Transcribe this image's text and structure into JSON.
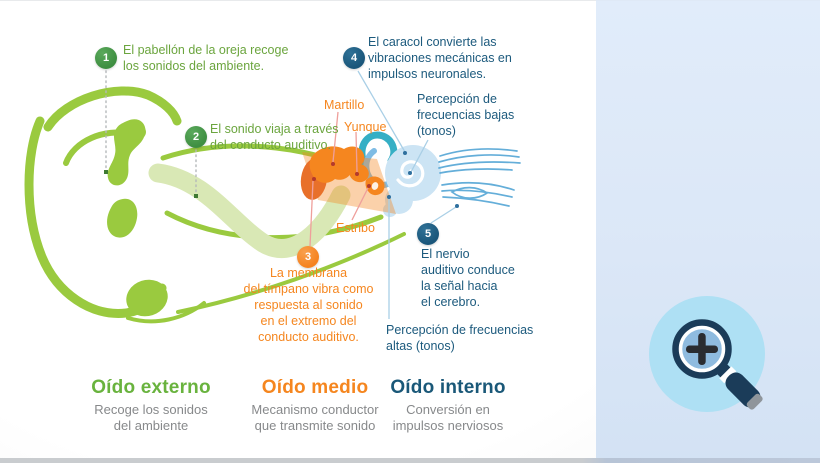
{
  "steps": [
    {
      "num": "1",
      "lines": [
        "El pabellón de la oreja recoge",
        "los sonidos del ambiente."
      ]
    },
    {
      "num": "2",
      "lines": [
        "El sonido viaja a través",
        "del conducto auditivo."
      ]
    },
    {
      "num": "3",
      "lines": [
        "La membrana",
        "del tímpano vibra como",
        "respuesta al sonido",
        "en el extremo del",
        "conducto auditivo."
      ]
    },
    {
      "num": "4",
      "lines": [
        "El caracol convierte las",
        "vibraciones mecánicas en",
        "impulsos neuronales."
      ]
    },
    {
      "num": "5",
      "lines": [
        "El nervio",
        "auditivo conduce",
        "la señal hacia",
        "el cerebro."
      ]
    }
  ],
  "bone_labels": {
    "martillo": "Martillo",
    "yunque": "Yunque",
    "estribo": "Estribo"
  },
  "perception": {
    "low": [
      "Percepción de",
      "frecuencias bajas",
      "(tonos)"
    ],
    "high": [
      "Percepción de frecuencias",
      "altas (tonos)"
    ]
  },
  "sections": [
    {
      "title": "Oído externo",
      "lines": [
        "Recoge los sonidos",
        "del ambiente"
      ],
      "color": "#69b33e"
    },
    {
      "title": "Oído medio",
      "lines": [
        "Mecanismo conductor",
        "que transmite sonido"
      ],
      "color": "#f5861f"
    },
    {
      "title": "Oído interno",
      "lines": [
        "Conversión en",
        "impulsos nerviosos"
      ],
      "color": "#1a5878"
    }
  ],
  "palette": {
    "green_bright": "#9aca3f",
    "green_pale": "#d9e8b5",
    "green_badge": "#3e8e41",
    "green_text": "#6ba53e",
    "orange": "#f5861f",
    "orange_dark": "#e8702a",
    "navy": "#1c5a7d",
    "teal": "#35afc5",
    "blue_canal": "#7fbce4",
    "blue_cochlea": "#cce4f4",
    "blue_nerve": "#64aed9",
    "leader_pink": "#ef9f9b",
    "leader_blue": "#a9cfe6",
    "panel_blue": "#dbe7f7",
    "icon_circle": "#aee0f4",
    "icon_navy": "#1b3c59",
    "gray_text": "#87898b"
  }
}
